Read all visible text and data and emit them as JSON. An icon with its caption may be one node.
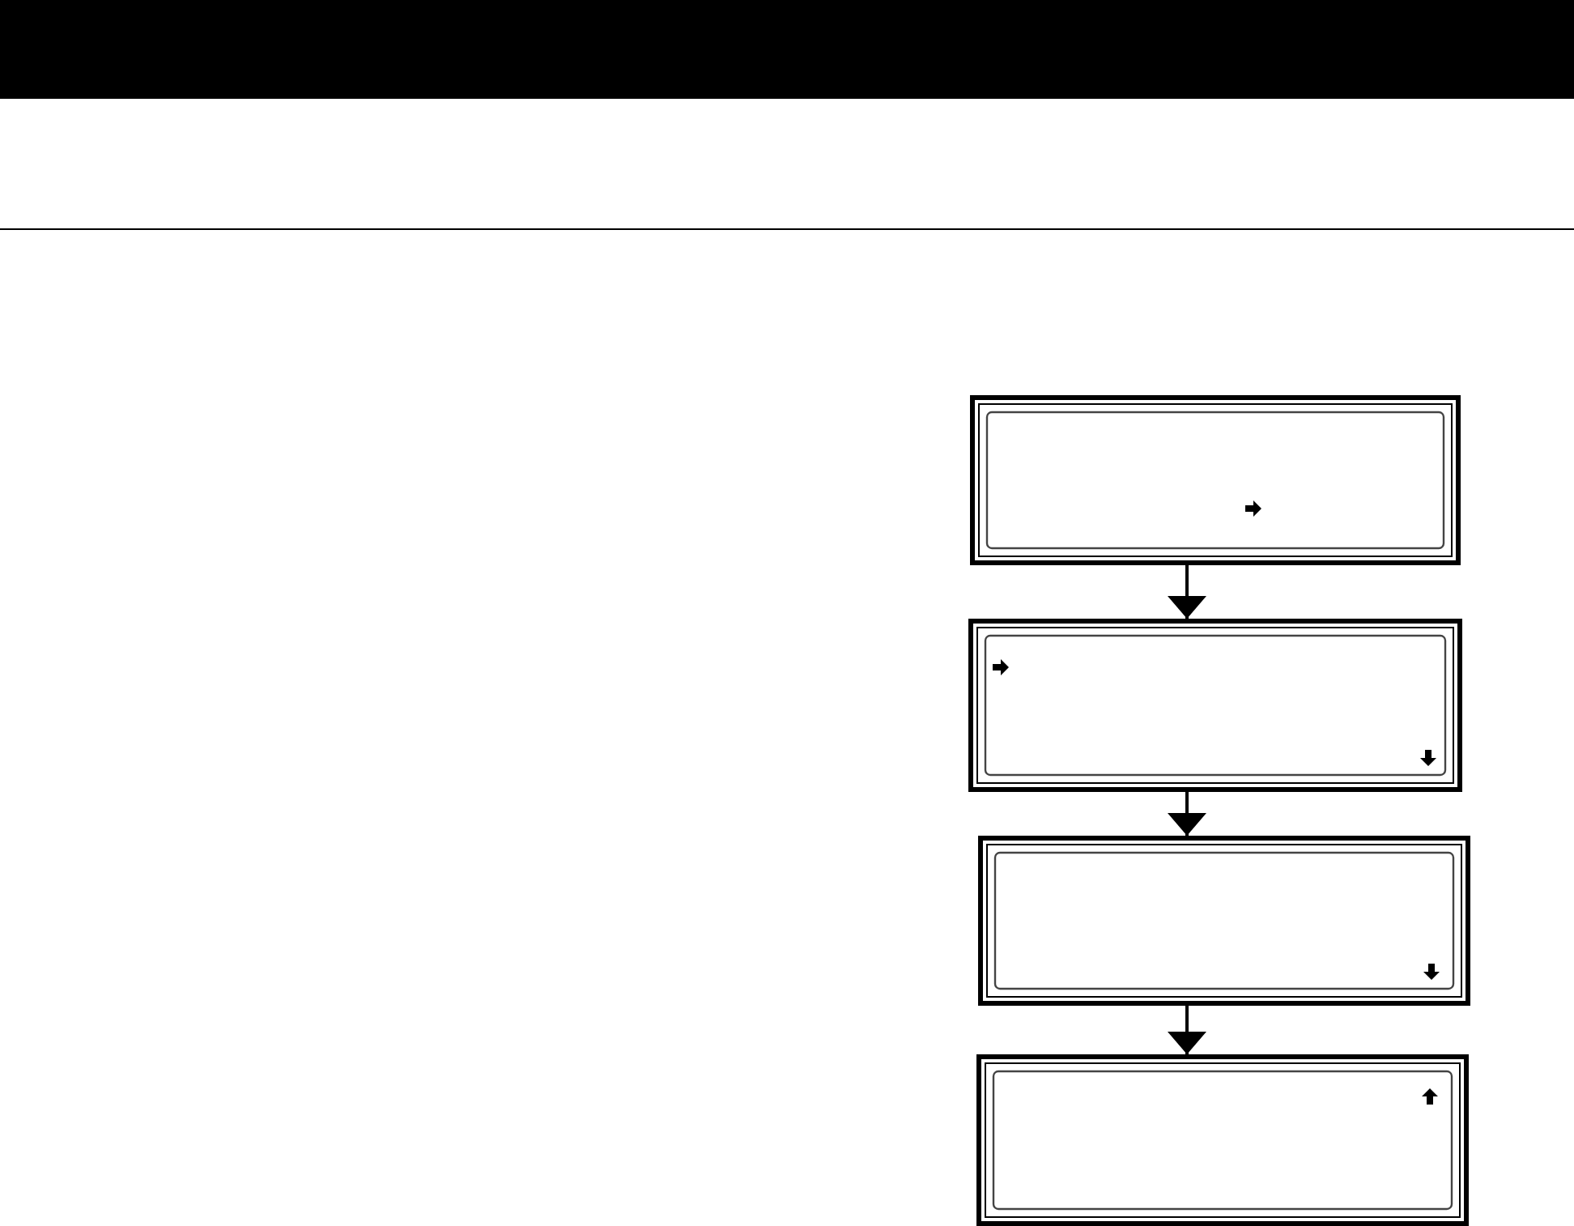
{
  "diagram": {
    "nodes": [
      {
        "text": [],
        "shape": "box"
      },
      {
        "text": [],
        "shape": "box"
      },
      {
        "text": [],
        "shape": "box"
      },
      {
        "text": [],
        "shape": "box"
      }
    ],
    "edges": [
      {
        "from": 0,
        "to": 1,
        "arrow": "to"
      },
      {
        "from": 1,
        "to": 2,
        "arrow": "to"
      },
      {
        "from": 2,
        "to": 3,
        "arrow": "to"
      }
    ]
  }
}
